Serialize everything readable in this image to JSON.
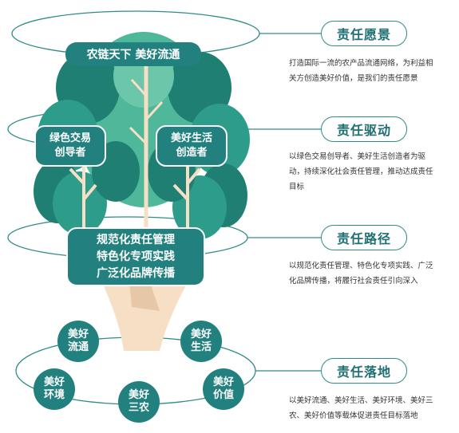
{
  "tree": {
    "banner": "农链天下 美好流通",
    "left_box": [
      "绿色交易",
      "创导者"
    ],
    "right_box": [
      "美好生活",
      "创造者"
    ],
    "center_box": [
      "规范化责任管理",
      "特色化专项实践",
      "广泛化品牌传播"
    ]
  },
  "circles": [
    [
      "美好",
      "流通"
    ],
    [
      "美好",
      "生活"
    ],
    [
      "美好",
      "环境"
    ],
    [
      "美好",
      "三农"
    ],
    [
      "美好",
      "价值"
    ]
  ],
  "sections": [
    {
      "title": "责任愿景",
      "desc": [
        "打造国际一流的农产品流通网络，为利益相",
        "关方创造美好价值，是我们的责任愿景"
      ]
    },
    {
      "title": "责任驱动",
      "desc": [
        "以绿色交易创导者、美好生活创造者为驱",
        "动，持续深化社会责任管理，推动达成责任",
        "目标"
      ]
    },
    {
      "title": "责任路径",
      "desc": [
        "以规范化责任管理、特色化专项实践、广泛",
        "化品牌传播，将履行社会责任引向深入"
      ]
    },
    {
      "title": "责任落地",
      "desc": [
        "以美好流通、美好生活、美好环境、美好三",
        "农、美好价值等载体促进责任目标落地"
      ]
    }
  ],
  "colors": {
    "dark_teal": "#22807f",
    "mid_teal": "#2e9c8a",
    "light_green": "#4fb89a",
    "trunk": "#f6dcc2",
    "line": "#2e8c87"
  }
}
